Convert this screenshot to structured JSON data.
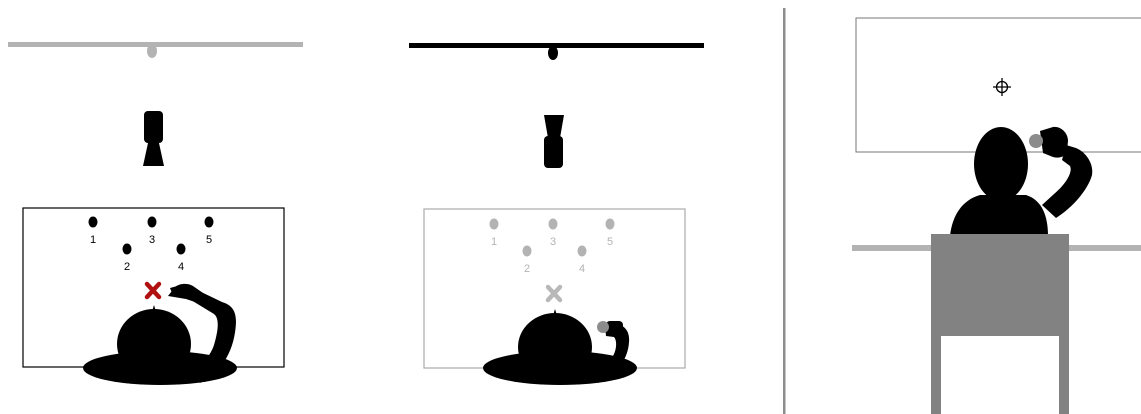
{
  "panels": {
    "left": {
      "point_labels": [
        "1",
        "2",
        "3",
        "4",
        "5"
      ]
    },
    "middle": {
      "point_labels": [
        "1",
        "2",
        "3",
        "4",
        "5"
      ]
    }
  },
  "colors": {
    "silhouette": "#000000",
    "faded": "#b3b3b3",
    "target_cross_active": "#b01010",
    "target_cross_faded": "#b8b8b8",
    "chair": "#828282",
    "table": "#b3b3b3",
    "divider": "#8c8c8c",
    "screen_border_active": "#000000",
    "screen_border_faded": "#aaaaaa"
  },
  "icons": {
    "camera": "camera-icon",
    "crosshair": "crosshair-icon",
    "target_cross": "x-cross-icon",
    "held_device": "held-device-icon"
  }
}
